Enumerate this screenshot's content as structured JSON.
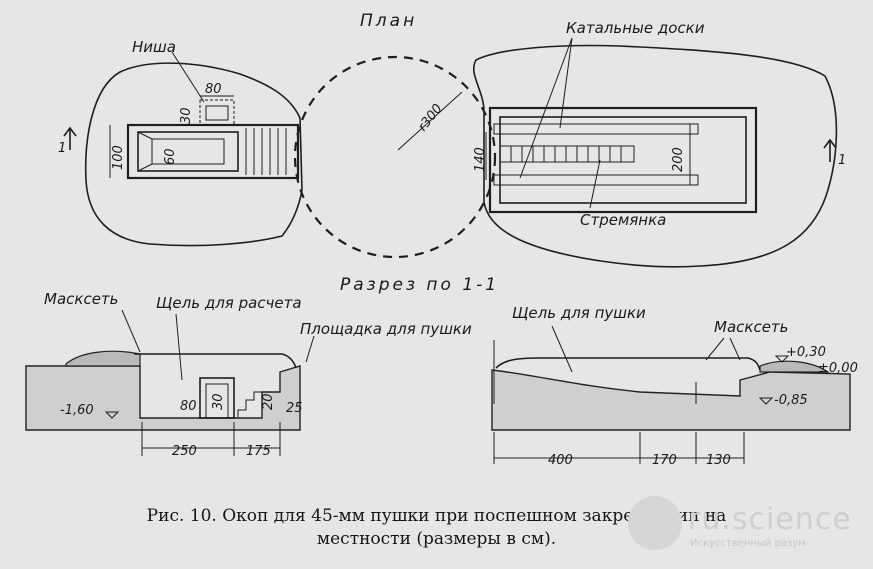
{
  "plan": {
    "title": "План",
    "labels": {
      "nisha": "Ниша",
      "katalnye_doski": "Катальные доски",
      "stremyanka": "Стремянка",
      "radius": "r300",
      "section_mark": "1"
    },
    "dims": {
      "d80": "80",
      "d30": "30",
      "d100": "100",
      "d60": "60",
      "d140": "140",
      "d200": "200"
    }
  },
  "section": {
    "title": "Разрез по 1-1",
    "labels": {
      "masksetleft": "Масксеть",
      "shchel_rascheta": "Щель для расчета",
      "ploshchadka": "Площадка для пушки",
      "shchel_pushki": "Щель для пушки",
      "masksetright": "Масксеть"
    },
    "levels": {
      "plus030": "+0,30",
      "zero": "±0,00",
      "minus085": "-0,85",
      "minus160": "-1,60"
    },
    "dims": {
      "d80": "80",
      "d30": "30",
      "d20": "20",
      "d25": "25",
      "d250": "250",
      "d175": "175",
      "d400": "400",
      "d170": "170",
      "d130": "130"
    }
  },
  "caption": {
    "line1": "Рис. 10. Окоп для 45-мм пушки при поспешном закреплении на",
    "line2": "местности (размеры в см)."
  },
  "watermark": {
    "brand": "ru.science",
    "tagline": "Искусственный разум"
  }
}
